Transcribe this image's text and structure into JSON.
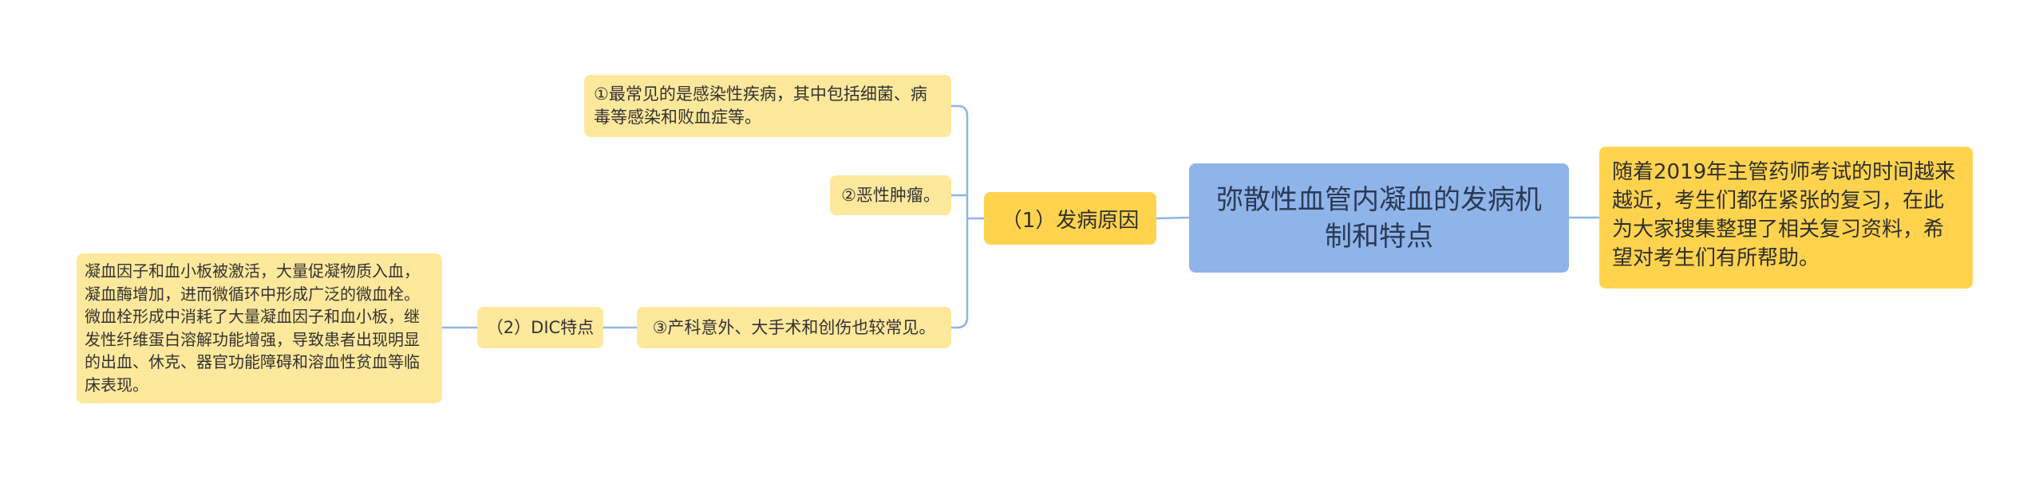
{
  "root": {
    "text": "弥散性血管内凝血的发病机制和特点"
  },
  "intro": {
    "text": "随着2019年主管药师考试的时间越来越近，考生们都在紧张的复习，在此为大家搜集整理了相关复习资料，希望对考生们有所帮助。"
  },
  "branch1": {
    "label": "（1）发病原因",
    "leaves": [
      "①最常见的是感染性疾病，其中包括细菌、病毒等感染和败血症等。",
      "②恶性肿瘤。",
      "③产科意外、大手术和创伤也较常见。"
    ]
  },
  "branch2": {
    "label": "（2）DIC特点",
    "leaf": "凝血因子和血小板被激活，大量促凝物质入血，凝血酶增加，进而微循环中形成广泛的微血栓。微血栓形成中消耗了大量凝血因子和血小板，继发性纤维蛋白溶解功能增强，导致患者出现明显的出血、休克、器官功能障碍和溶血性贫血等临床表现。"
  },
  "colors": {
    "root_fill": "#8fb4ea",
    "primary_fill": "#ffd34e",
    "leaf_fill": "#fde89c",
    "connector": "#8fb4ea"
  }
}
